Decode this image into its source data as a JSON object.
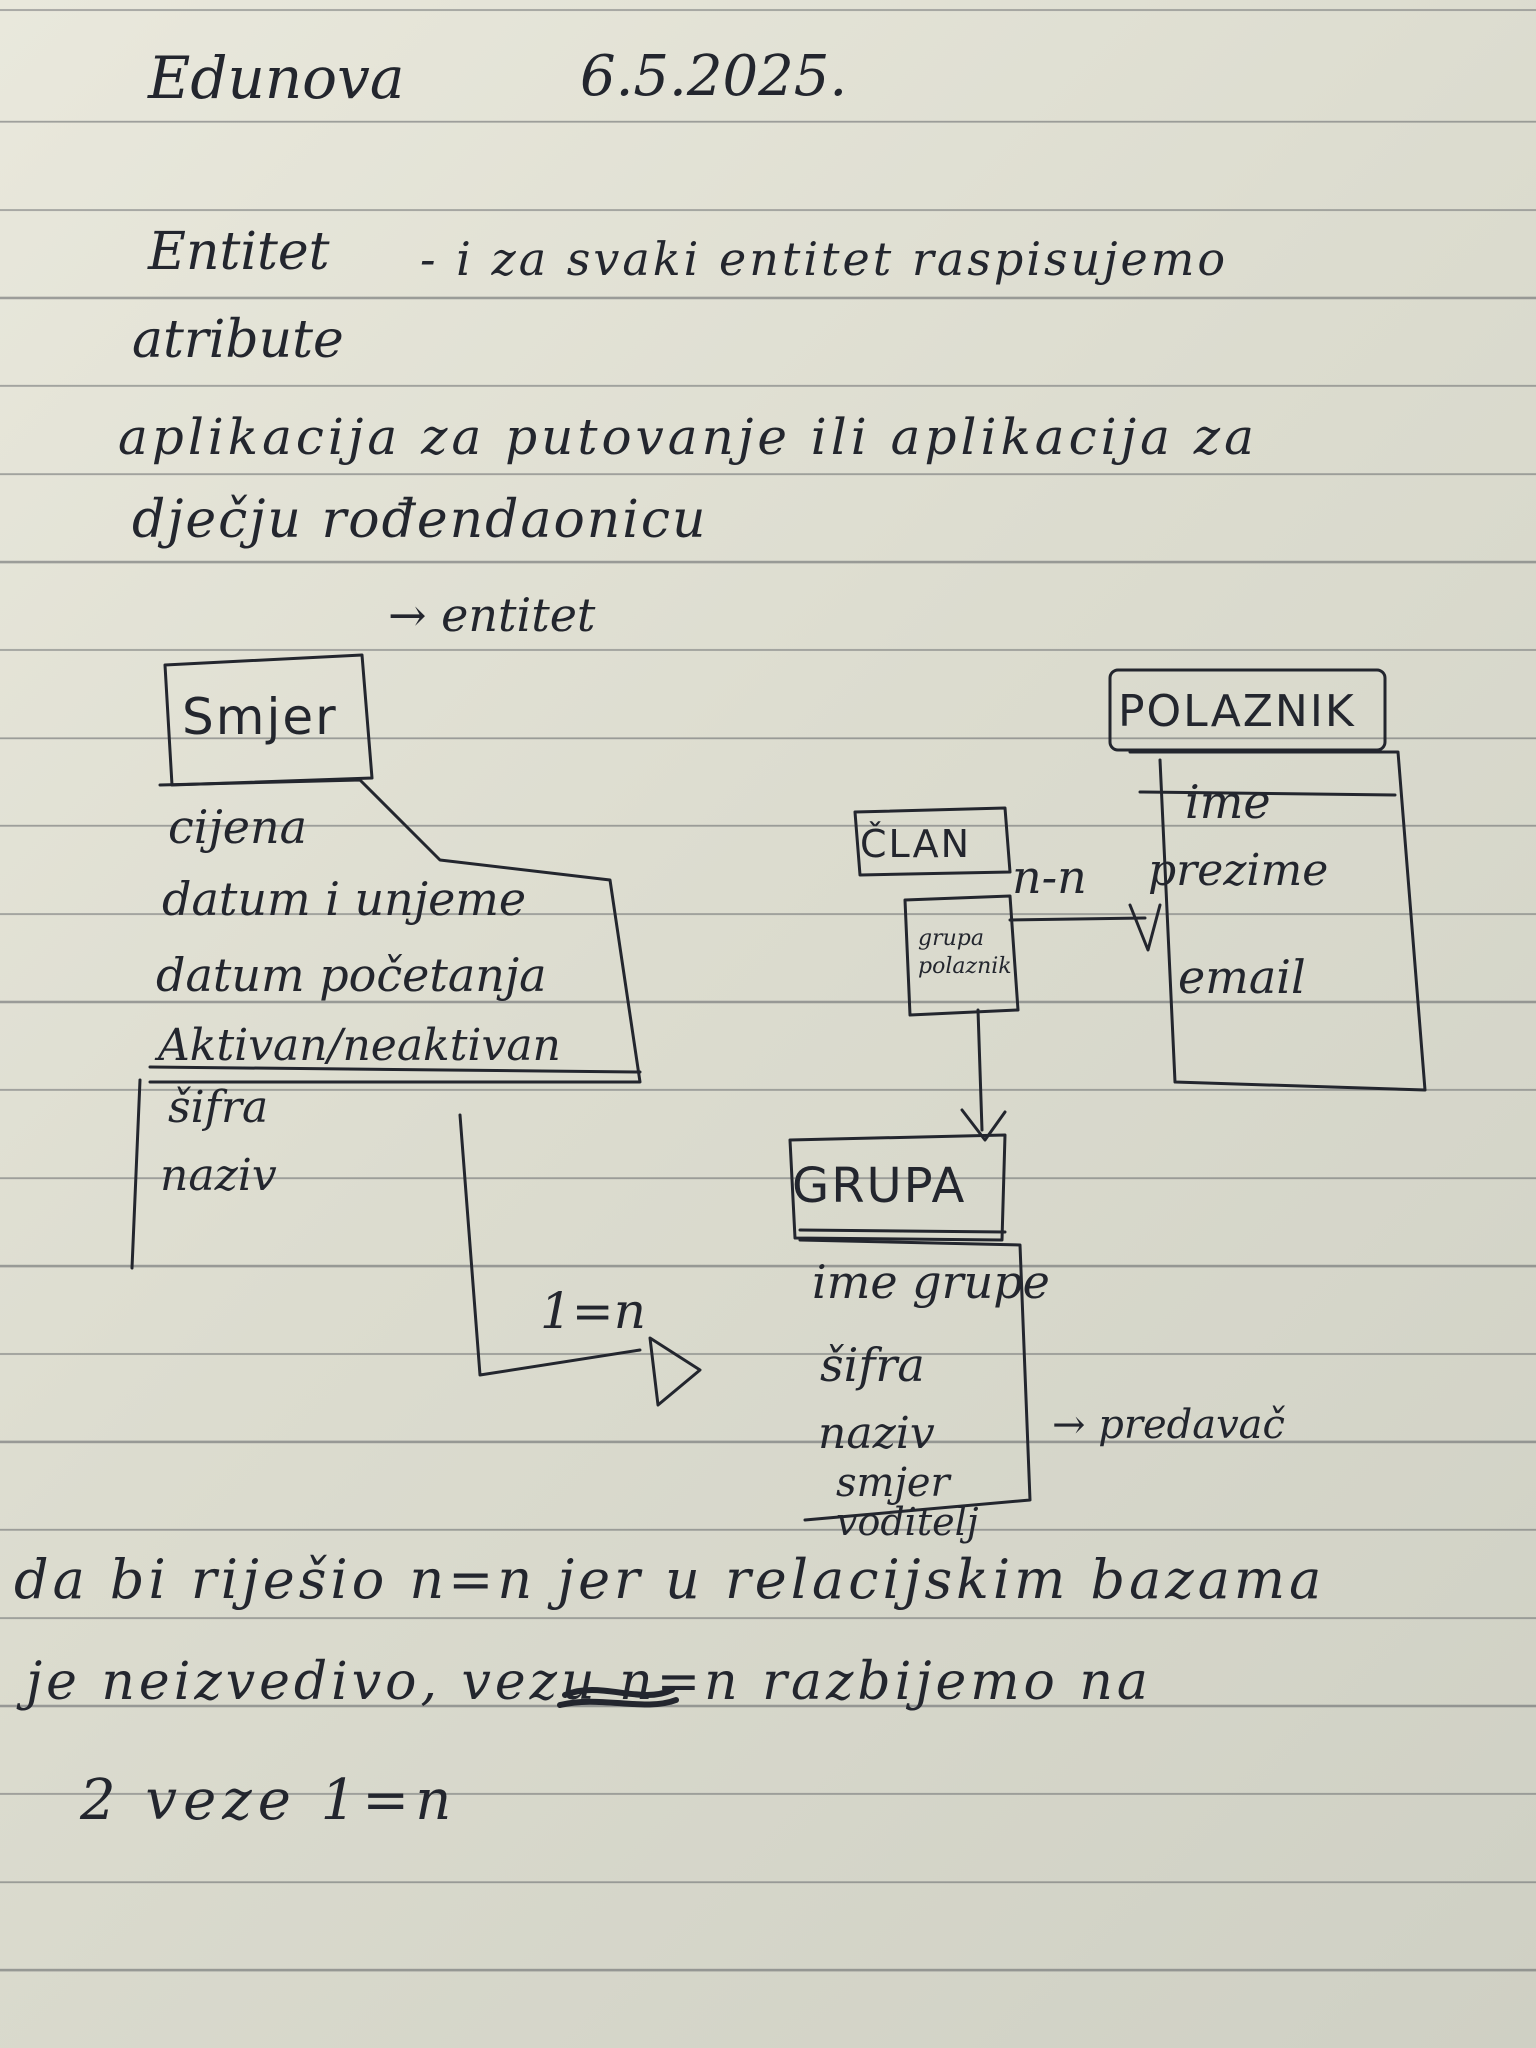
{
  "header": {
    "place": "Edunova",
    "date": "6.5.2025."
  },
  "intro": {
    "line1_term": "Entitet",
    "line1_rest": "- i za svaki entitet raspisujemo",
    "line2": "atribute",
    "line3": "aplikacija za putovanje ili aplikacija za",
    "line4": "dječju rođendaonicu",
    "arrow_note": "→ entitet"
  },
  "diagram": {
    "smjer": {
      "title": "Smjer",
      "attributes": [
        "cijena",
        "datum i unjeme",
        "datum početanja",
        "Aktivan/neaktivan",
        "šifra",
        "naziv"
      ]
    },
    "polaznik": {
      "title": "POLAZNIK",
      "attributes": [
        "ime",
        "prezime",
        "email"
      ]
    },
    "grupa": {
      "title": "GRUPA",
      "attributes": [
        "ime grupe",
        "šifra",
        "naziv",
        "smjer",
        "voditelj"
      ],
      "side_note": "→ predavač"
    },
    "clan": {
      "title": "ČLAN",
      "inner": "grupa polaznik"
    },
    "relation_clan_polaznik": "n-n",
    "relation_smjer_grupa": "1=n"
  },
  "footer": {
    "line1": "da bi riješio n=n jer u relacijskim bazama",
    "line2": "je neizvedivo, vezu n=n razbijemo na",
    "line3": "2 veze 1=n"
  }
}
